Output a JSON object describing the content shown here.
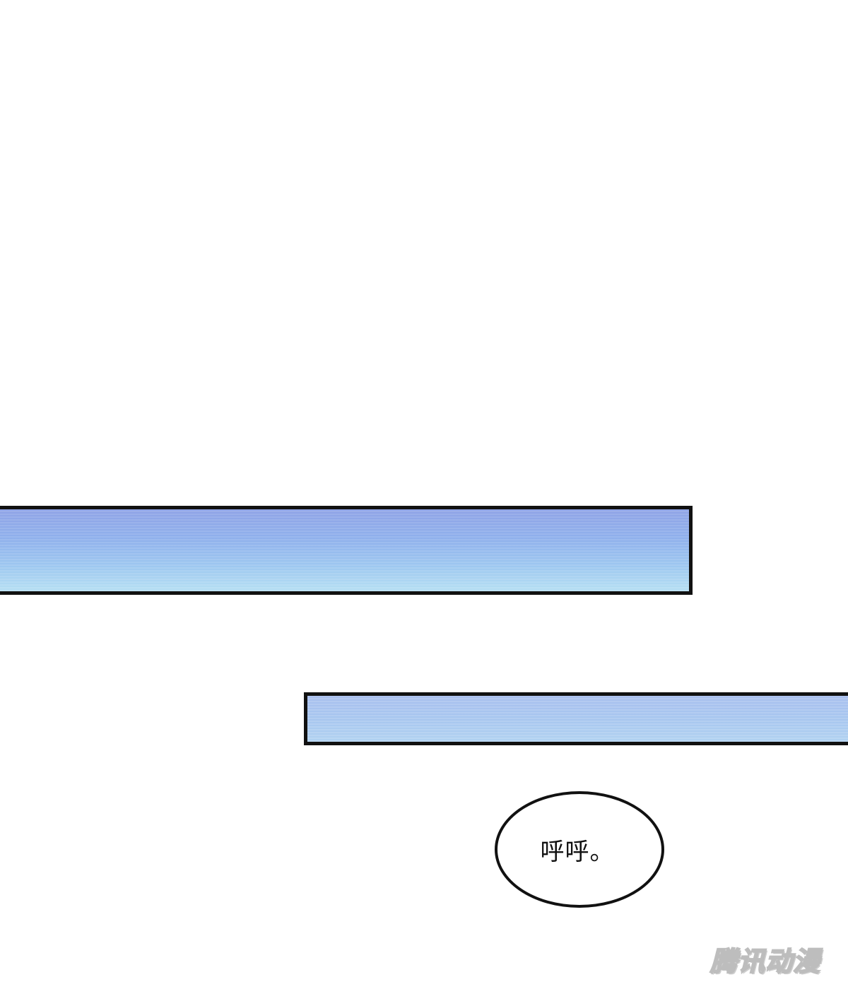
{
  "panels": [
    {
      "name": "upper-sky-panel",
      "fill_top": "#8fa3e6",
      "fill_bottom": "#b6dff3",
      "border": "#111111"
    },
    {
      "name": "lower-sky-panel",
      "fill_top": "#a9c0ef",
      "fill_bottom": "#b1d2f1",
      "border": "#111111"
    }
  ],
  "speech_bubble": {
    "text": "呼呼。"
  },
  "watermark": {
    "text": "腾讯动漫"
  }
}
